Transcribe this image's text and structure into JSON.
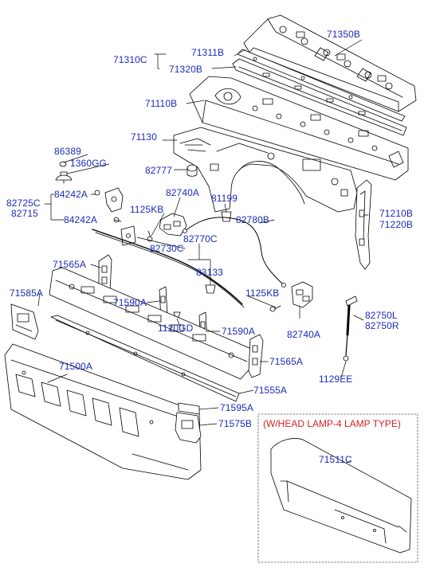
{
  "colors": {
    "label": "#1c2bb8",
    "note": "#d81f26",
    "line": "#000000",
    "part_fill": "#ffffff",
    "shade": "#dcdcdc",
    "box_border": "#555555"
  },
  "labels": {
    "p71350B": "71350B",
    "p71311B": "71311B",
    "p71310C": "71310C",
    "p71320B": "71320B",
    "p71110B": "71110B",
    "p71130": "71130",
    "p86389": "86389",
    "p1360GG": "1360GG",
    "p82777": "82777",
    "p84242A_top": "84242A",
    "p82725C": "82725C",
    "p82715": "82715",
    "p84242A_bot": "84242A",
    "p82740A_top": "82740A",
    "p81199": "81199",
    "p1125KB_left": "1125KB",
    "p82780B": "82780B",
    "p71210B": "71210B",
    "p71220B": "71220B",
    "p82770C": "82770C",
    "p82730C": "82730C",
    "p71565A_top": "71565A",
    "p83133": "83133",
    "p71585A": "71585A",
    "p1125KB_right": "1125KB",
    "p71590A_left": "71590A",
    "p82750L": "82750L",
    "p82750R": "82750R",
    "p1120GD": "1120GD",
    "p71590A_right": "71590A",
    "p82740A_bot": "82740A",
    "p71500A": "71500A",
    "p71565A_bot": "71565A",
    "p1129EE": "1129EE",
    "p71555A": "71555A",
    "p71595A": "71595A",
    "p71575B": "71575B",
    "p71511C": "71511C"
  },
  "option_box": {
    "title": "(W/HEAD LAMP-4 LAMP TYPE)"
  }
}
